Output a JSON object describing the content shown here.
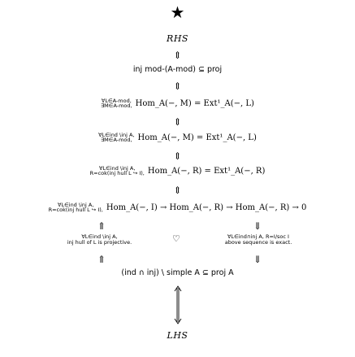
{
  "top_symbol": "★",
  "rhs": "RHS",
  "lhs": "LHS",
  "arrow_updown": "⇕",
  "arrow_up": "⇑",
  "arrow_down": "⇓",
  "row1": {
    "text": "inj mod-(A-mod) ⊆ proj"
  },
  "row2": {
    "cond_line1": "∀L∈A-mod,",
    "cond_line2": "∃M∈A-mod,",
    "formula": "Hom_A(−, M) = Ext¹_A(−, L)"
  },
  "row3": {
    "cond_line1": "∀L∈ind \\inj A,",
    "cond_line2": "∃M∈A-mod,",
    "formula": "Hom_A(−, M) = Ext¹_A(−, L)"
  },
  "row4": {
    "cond_line1": "∀L∈ind \\inj A,",
    "cond_line2": "R=cok(inj hull L ↪ I),",
    "formula": "Hom_A(−, R) = Ext¹_A(−, R)"
  },
  "row5": {
    "cond_line1": "∀L∈ind \\inj A,",
    "cond_line2": "R=cok(inj hull L ↪ I),",
    "formula": "Hom_A(−, I) → Hom_A(−, R) → Hom_A(−, R) → 0"
  },
  "row6": {
    "left_line1": "∀L∈ind \\inj A,",
    "left_line2": "inj hull of L is projective.",
    "mid_symbol": "♡",
    "right_line1": "∀L∈ind∩inj A, R=I/soc I",
    "right_line2": "above sequence is exact."
  },
  "row7": {
    "text": "(ind ∩ inj) \\ simple A ⊆ proj A"
  }
}
